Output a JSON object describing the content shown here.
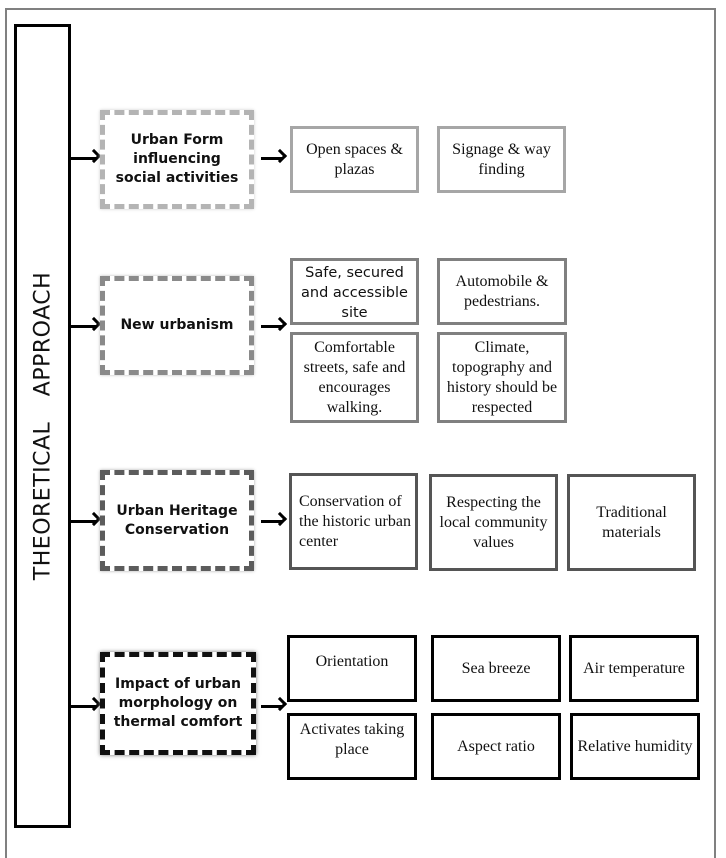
{
  "root": {
    "label": "THEORETICAL  APPROACH"
  },
  "categories": [
    {
      "label": "Urban Form influencing social activities",
      "items": [
        "Open spaces & plazas",
        "Signage & way finding"
      ]
    },
    {
      "label": "New urbanism",
      "items": [
        "Safe, secured and accessible site",
        "Automobile & pedestrians.",
        "Comfortable streets, safe and encourages walking.",
        "Climate, topography and history should be respected"
      ]
    },
    {
      "label": "Urban Heritage Conservation",
      "items": [
        "Conservation of the historic urban center",
        "Respecting the local community values",
        "Traditional materials"
      ]
    },
    {
      "label": "Impact of urban morphology on thermal comfort",
      "items": [
        "Orientation",
        "Sea breeze",
        "Air temperature",
        "Activates taking place",
        "Aspect ratio",
        "Relative humidity"
      ]
    }
  ],
  "colors": {
    "category_1_border": "#b4b4b4",
    "category_2_border": "#8a8a8a",
    "category_3_border": "#5c5c5c",
    "category_4_border": "#111111",
    "root_border": "#000000",
    "frame_border": "#808080"
  }
}
